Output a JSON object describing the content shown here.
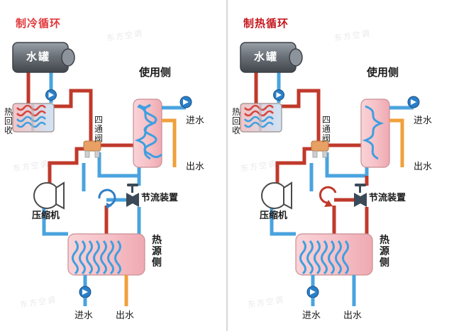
{
  "diagram": {
    "title_cooling": "制冷循环",
    "title_heating": "制热循环",
    "colors": {
      "hot_line": "#c0392b",
      "cold_line": "#4aa3df",
      "tank_body": "#6b7078",
      "use_side_shell": "#f7c9cd",
      "source_side_shell": "#f7c9cd",
      "heat_recovery_red": "#d64541",
      "heat_recovery_blue": "#3f9fe0",
      "orange_pipe": "#f0a03c",
      "title_red": "#d8363a"
    },
    "labels": {
      "water_tank": "水罐",
      "heat_recovery": "热回收",
      "four_way_valve": "四通阀",
      "compressor": "压缩机",
      "use_side": "使用侧",
      "throttle_device": "节流装置",
      "heat_source_side": "热源侧",
      "water_in": "进水",
      "water_out": "出水"
    },
    "watermark": "东方空调"
  }
}
